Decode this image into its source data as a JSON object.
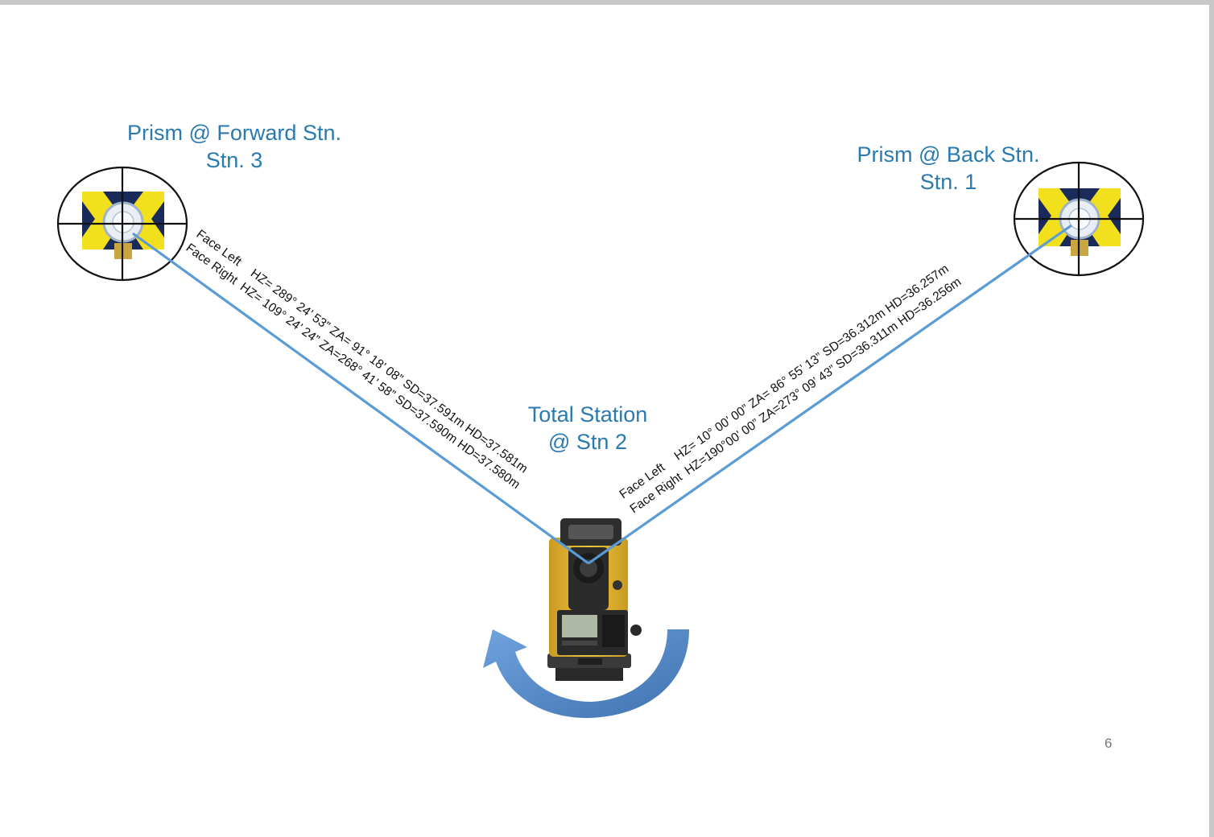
{
  "forward_station": {
    "title_line1": "Prism @ Forward Stn.",
    "title_line2": "Stn. 3",
    "face_left": {
      "label": "Face Left",
      "values": "HZ= 289° 24’ 53” ZA= 91° 18’ 08” SD=37.591m HD=37.581m"
    },
    "face_right": {
      "label": "Face Right",
      "values": "HZ= 109° 24’ 24” ZA=268° 41’ 58” SD=37.590m HD=37.580m"
    }
  },
  "back_station": {
    "title_line1": "Prism @ Back Stn.",
    "title_line2": "Stn. 1",
    "face_left": {
      "label": "Face Left",
      "values": "HZ= 10° 00’ 00” ZA= 86° 55’ 13” SD=36.312m HD=36.257m"
    },
    "face_right": {
      "label": "Face Right",
      "values": "HZ=190°00’ 00” ZA=273° 09’ 43” SD=36.311m HD=36.256m"
    }
  },
  "instrument": {
    "title_line1": "Total Station",
    "title_line2": "@ Stn 2"
  },
  "page_number": "6",
  "colors": {
    "title_blue": "#2a7aad",
    "sight_line": "#5b9bd5",
    "rotation_arrow": "#4e86c6",
    "prism_yellow": "#f2e01c",
    "prism_navy": "#1a2a5a",
    "instrument_yellow": "#e8b830"
  }
}
